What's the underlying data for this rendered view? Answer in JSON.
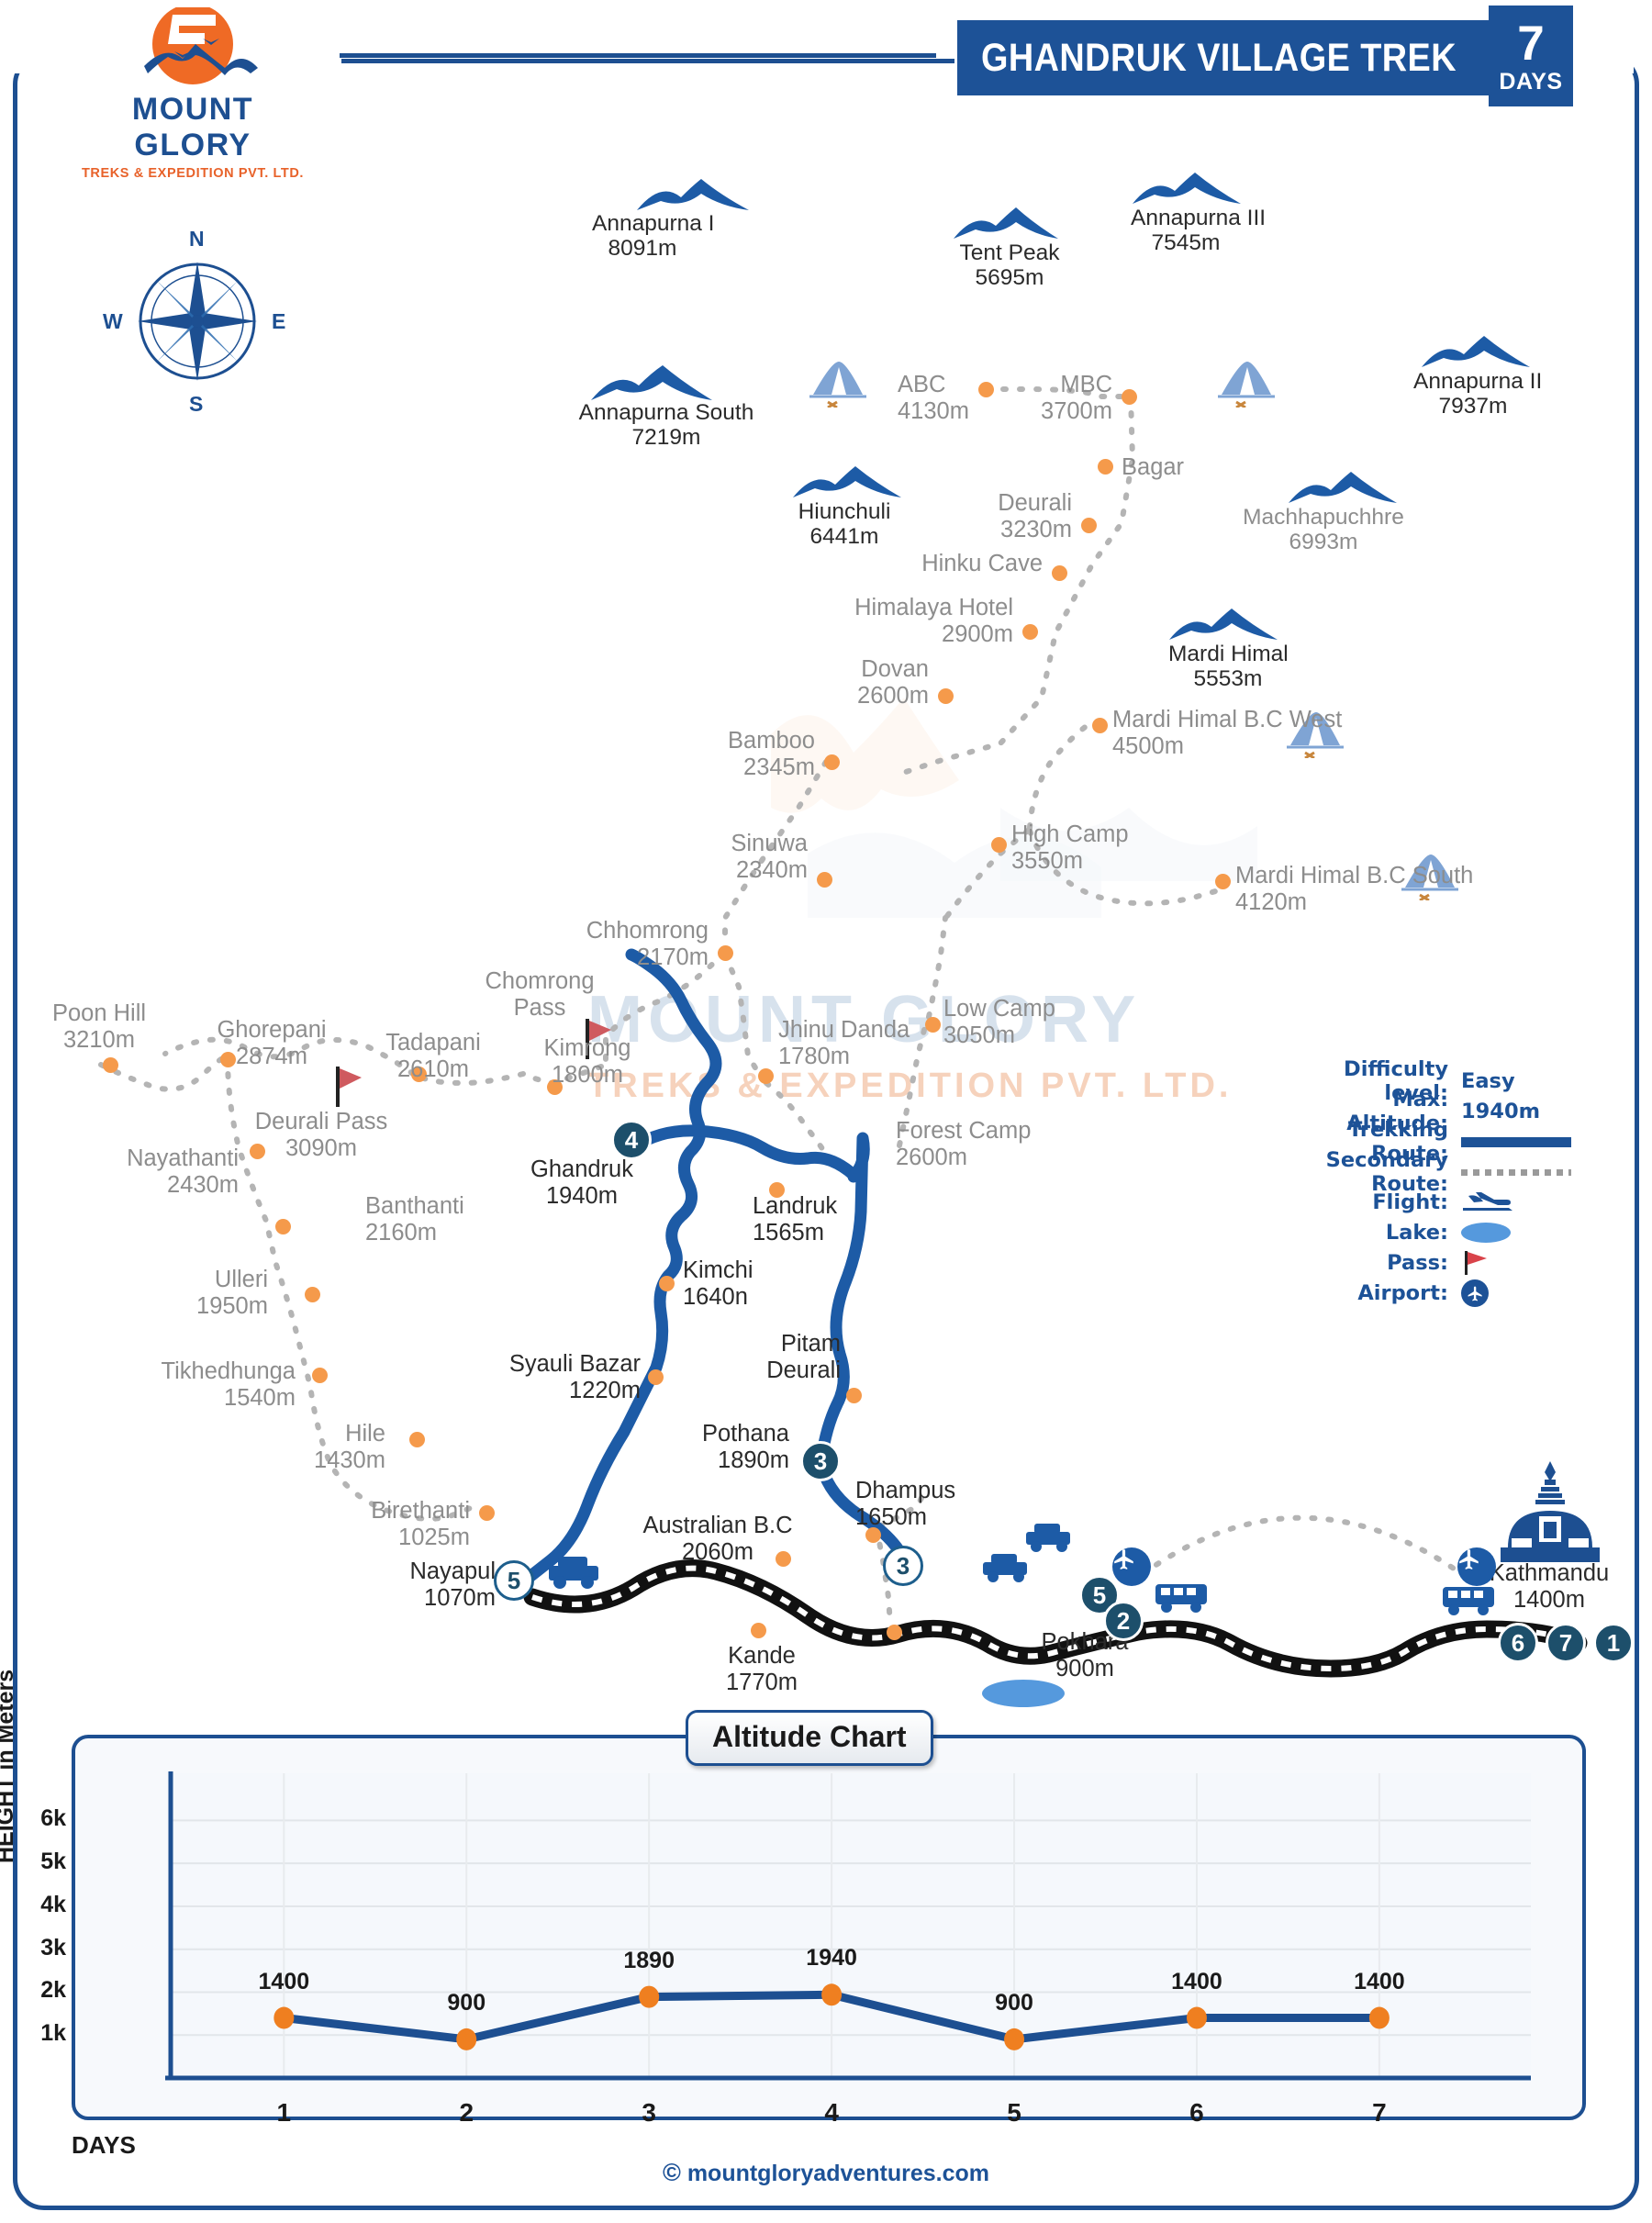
{
  "brand": {
    "name": "MOUNT GLORY",
    "tagline": "TREKS & EXPEDITION PVT. LTD.",
    "logo_icon": "mountain-sun-logo"
  },
  "header": {
    "title": "GHANDRUK VILLAGE TREK",
    "days_number": "7",
    "days_label": "DAYS"
  },
  "compass": {
    "n": "N",
    "e": "E",
    "s": "S",
    "w": "W"
  },
  "colors": {
    "brand_blue": "#1d4f91",
    "title_blue": "#1d5297",
    "accent_orange": "#e8622a",
    "waypoint_orange": "#f59a4b",
    "route_blue": "#1d5ba6",
    "secondary_grey": "#9a9a9a",
    "lake_blue": "#5599dd",
    "pass_red": "#d9434a",
    "marker_dark": "#1d4f6b"
  },
  "peaks": [
    {
      "name": "Annapurna I",
      "altitude": "8091m",
      "style": "dark"
    },
    {
      "name": "Tent Peak",
      "altitude": "5695m",
      "style": "dark"
    },
    {
      "name": "Annapurna III",
      "altitude": "7545m",
      "style": "dark"
    },
    {
      "name": "Annapurna South",
      "altitude": "7219m",
      "style": "dark"
    },
    {
      "name": "Annapurna II",
      "altitude": "7937m",
      "style": "dark"
    },
    {
      "name": "Hiunchuli",
      "altitude": "6441m",
      "style": "dark"
    },
    {
      "name": "Machhapuchhre",
      "altitude": "6993m",
      "style": "soft"
    },
    {
      "name": "Mardi Himal",
      "altitude": "5553m",
      "style": "dark"
    }
  ],
  "waypoints": [
    {
      "name": "ABC",
      "altitude": "4130m",
      "style": "grey"
    },
    {
      "name": "MBC",
      "altitude": "3700m",
      "style": "grey"
    },
    {
      "name": "Bagar",
      "altitude": "",
      "style": "grey"
    },
    {
      "name": "Deurali",
      "altitude": "3230m",
      "style": "grey"
    },
    {
      "name": "Hinku Cave",
      "altitude": "",
      "style": "grey"
    },
    {
      "name": "Himalaya Hotel",
      "altitude": "2900m",
      "style": "grey"
    },
    {
      "name": "Dovan",
      "altitude": "2600m",
      "style": "grey"
    },
    {
      "name": "Bamboo",
      "altitude": "2345m",
      "style": "grey"
    },
    {
      "name": "Sinuwa",
      "altitude": "2340m",
      "style": "grey"
    },
    {
      "name": "Mardi Himal B.C West",
      "altitude": "4500m",
      "style": "grey"
    },
    {
      "name": "High Camp",
      "altitude": "3550m",
      "style": "grey"
    },
    {
      "name": "Mardi Himal B.C South",
      "altitude": "4120m",
      "style": "grey"
    },
    {
      "name": "Chhomrong",
      "altitude": "2170m",
      "style": "grey"
    },
    {
      "name": "Low Camp",
      "altitude": "3050m",
      "style": "grey"
    },
    {
      "name": "Poon Hill",
      "altitude": "3210m",
      "style": "grey"
    },
    {
      "name": "Ghorepani",
      "altitude": "2874m",
      "style": "grey"
    },
    {
      "name": "Tadapani",
      "altitude": "2610m",
      "style": "grey"
    },
    {
      "name": "Chomrong Pass",
      "altitude": "",
      "style": "grey"
    },
    {
      "name": "Kimrong",
      "altitude": "1800m",
      "style": "grey"
    },
    {
      "name": "Jhinu Danda",
      "altitude": "1780m",
      "style": "grey"
    },
    {
      "name": "Deurali Pass",
      "altitude": "3090m",
      "style": "grey"
    },
    {
      "name": "Nayathanti",
      "altitude": "2430m",
      "style": "grey"
    },
    {
      "name": "Banthanti",
      "altitude": "2160m",
      "style": "grey"
    },
    {
      "name": "Ulleri",
      "altitude": "1950m",
      "style": "grey"
    },
    {
      "name": "Tikhedhunga",
      "altitude": "1540m",
      "style": "grey"
    },
    {
      "name": "Hile",
      "altitude": "1430m",
      "style": "grey"
    },
    {
      "name": "Birethanti",
      "altitude": "1025m",
      "style": "grey"
    },
    {
      "name": "Forest Camp",
      "altitude": "2600m",
      "style": "grey"
    },
    {
      "name": "Ghandruk",
      "altitude": "1940m",
      "style": "dark"
    },
    {
      "name": "Landruk",
      "altitude": "1565m",
      "style": "dark"
    },
    {
      "name": "Kimchi",
      "altitude": "1640n",
      "style": "dark"
    },
    {
      "name": "Syauli Bazar",
      "altitude": "1220m",
      "style": "dark"
    },
    {
      "name": "Pitam Deurali",
      "altitude": "",
      "style": "dark"
    },
    {
      "name": "Pothana",
      "altitude": "1890m",
      "style": "dark"
    },
    {
      "name": "Dhampus",
      "altitude": "1650m",
      "style": "dark"
    },
    {
      "name": "Australian B.C",
      "altitude": "2060m",
      "style": "dark"
    },
    {
      "name": "Nayapul",
      "altitude": "1070m",
      "style": "dark"
    },
    {
      "name": "Kande",
      "altitude": "1770m",
      "style": "dark"
    },
    {
      "name": "Pokhara",
      "altitude": "900m",
      "style": "dark"
    },
    {
      "name": "Kathmandu",
      "altitude": "1400m",
      "style": "dark"
    }
  ],
  "legend": {
    "rows": [
      {
        "label": "Difficulty level:",
        "value": "Easy",
        "kind": "text"
      },
      {
        "label": "Max. Altitude:",
        "value": "1940m",
        "kind": "text"
      },
      {
        "label": "Trekking Route:",
        "value": "",
        "kind": "solid-line"
      },
      {
        "label": "Secondary Route:",
        "value": "",
        "kind": "dotted-line"
      },
      {
        "label": "Flight:",
        "value": "",
        "kind": "plane-icon"
      },
      {
        "label": "Lake:",
        "value": "",
        "kind": "lake-icon"
      },
      {
        "label": "Pass:",
        "value": "",
        "kind": "flag-icon"
      },
      {
        "label": "Airport:",
        "value": "",
        "kind": "airport-icon"
      }
    ]
  },
  "chart_data": {
    "type": "line",
    "title": "Altitude Chart",
    "xlabel": "DAYS",
    "ylabel": "HEIGHT in Meters",
    "categories": [
      "1",
      "2",
      "3",
      "4",
      "5",
      "6",
      "7"
    ],
    "values": [
      1400,
      900,
      1890,
      1940,
      900,
      1400,
      1400
    ],
    "point_labels": [
      "1400",
      "900",
      "1890",
      "1940",
      "900",
      "1400",
      "1400"
    ],
    "ytick_labels": [
      "1k",
      "2k",
      "3k",
      "4k",
      "5k",
      "6k"
    ],
    "ytick_values": [
      1000,
      2000,
      3000,
      4000,
      5000,
      6000
    ],
    "ylim": [
      0,
      6800
    ],
    "grid": true,
    "legend_position": "none",
    "line_color": "#1d4f91",
    "point_color": "#ef7f20"
  },
  "footer": {
    "copyright_mark": "©",
    "website": "mountgloryadventures.com"
  },
  "watermark": {
    "line1": "MOUNT GLORY",
    "line2": "TREKS & EXPEDITION PVT. LTD."
  },
  "day_markers": {
    "ghandruk": "4",
    "pothana": "3",
    "dhampus": "3",
    "nayapul": "5",
    "pokhara_a": "5",
    "pokhara_b": "2",
    "kathmandu_a": "6",
    "kathmandu_b": "7",
    "kathmandu_c": "1"
  }
}
